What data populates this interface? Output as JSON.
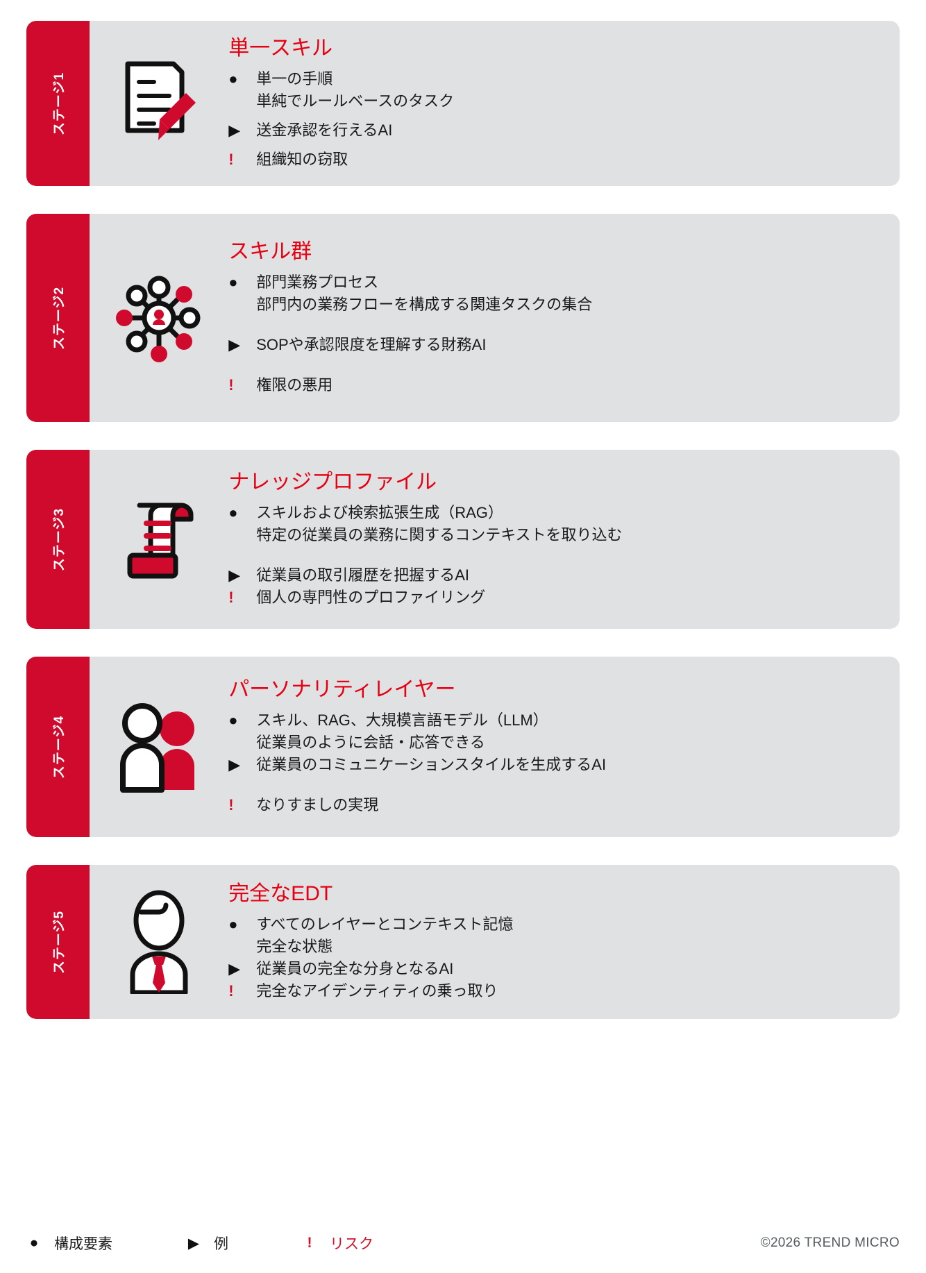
{
  "cards": [
    {
      "stage_label": "ステージ1",
      "icon": "document-pencil-icon",
      "title": "単一スキル",
      "component": "単一の手順",
      "component_sub": "単純でルールベースのタスク",
      "example": "送金承認を行えるAI",
      "risk": "組織知の窃取"
    },
    {
      "stage_label": "ステージ2",
      "icon": "network-hub-icon",
      "title": "スキル群",
      "component": "部門業務プロセス",
      "component_sub": "部門内の業務フローを構成する関連タスクの集合",
      "example": "SOPや承認限度を理解する財務AI",
      "risk": "権限の悪用"
    },
    {
      "stage_label": "ステージ3",
      "icon": "scroll-icon",
      "title": "ナレッジプロファイル",
      "component": "スキルおよび検索拡張生成（RAG）",
      "component_sub": "特定の従業員の業務に関するコンテキストを取り込む",
      "example": "従業員の取引履歴を把握するAI",
      "risk": "個人の専門性のプロファイリング"
    },
    {
      "stage_label": "ステージ4",
      "icon": "two-people-icon",
      "title": "パーソナリティレイヤー",
      "component": "スキル、RAG、大規模言語モデル（LLM）",
      "component_sub": "従業員のように会話・応答できる",
      "example": "従業員のコミュニケーションスタイルを生成するAI",
      "risk": "なりすましの実現"
    },
    {
      "stage_label": "ステージ5",
      "icon": "businessman-icon",
      "title": "完全なEDT",
      "component": "すべてのレイヤーとコンテキスト記憶",
      "component_sub": "完全な状態",
      "example": "従業員の完全な分身となるAI",
      "risk": "完全なアイデンティティの乗っ取り"
    }
  ],
  "markers": {
    "component": "●",
    "example": "▶",
    "risk": "!"
  },
  "legend": {
    "component_label": "構成要素",
    "example_label": "例",
    "risk_label": "リスク",
    "copyright": "©2026 TREND MICRO"
  },
  "colors": {
    "brand_red": "#cf0a2c",
    "title_red": "#e60012",
    "card_bg": "#e0e1e3",
    "text": "#1a1a1a"
  }
}
